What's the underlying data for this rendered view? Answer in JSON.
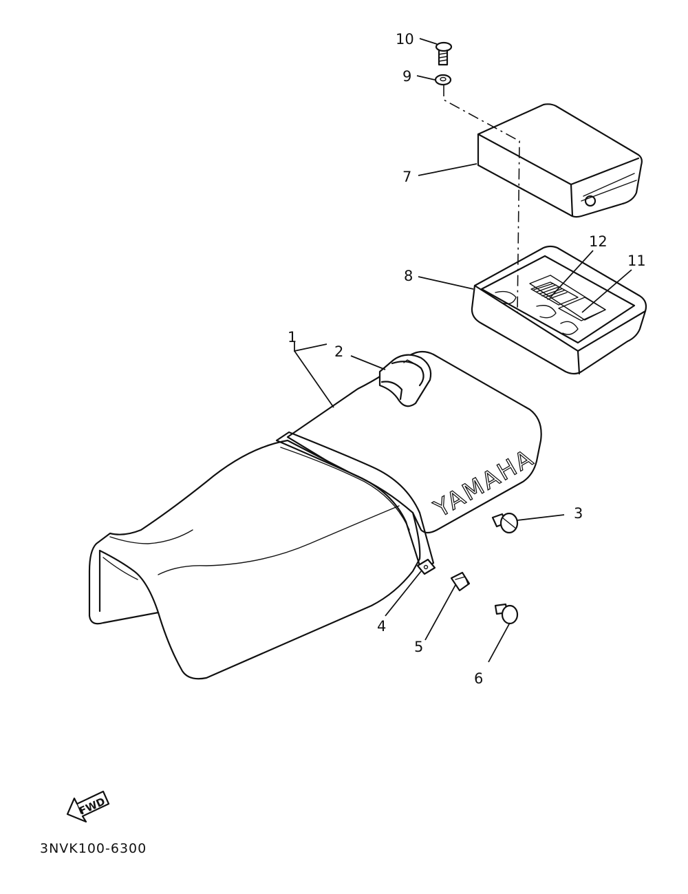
{
  "diagram": {
    "part_numbers": [
      "1",
      "2",
      "3",
      "4",
      "5",
      "6",
      "7",
      "8",
      "9",
      "10",
      "11",
      "12"
    ],
    "brand_text": "YAMAHA",
    "direction_label": "FWD",
    "drawing_code": "3NVK100-6300"
  }
}
